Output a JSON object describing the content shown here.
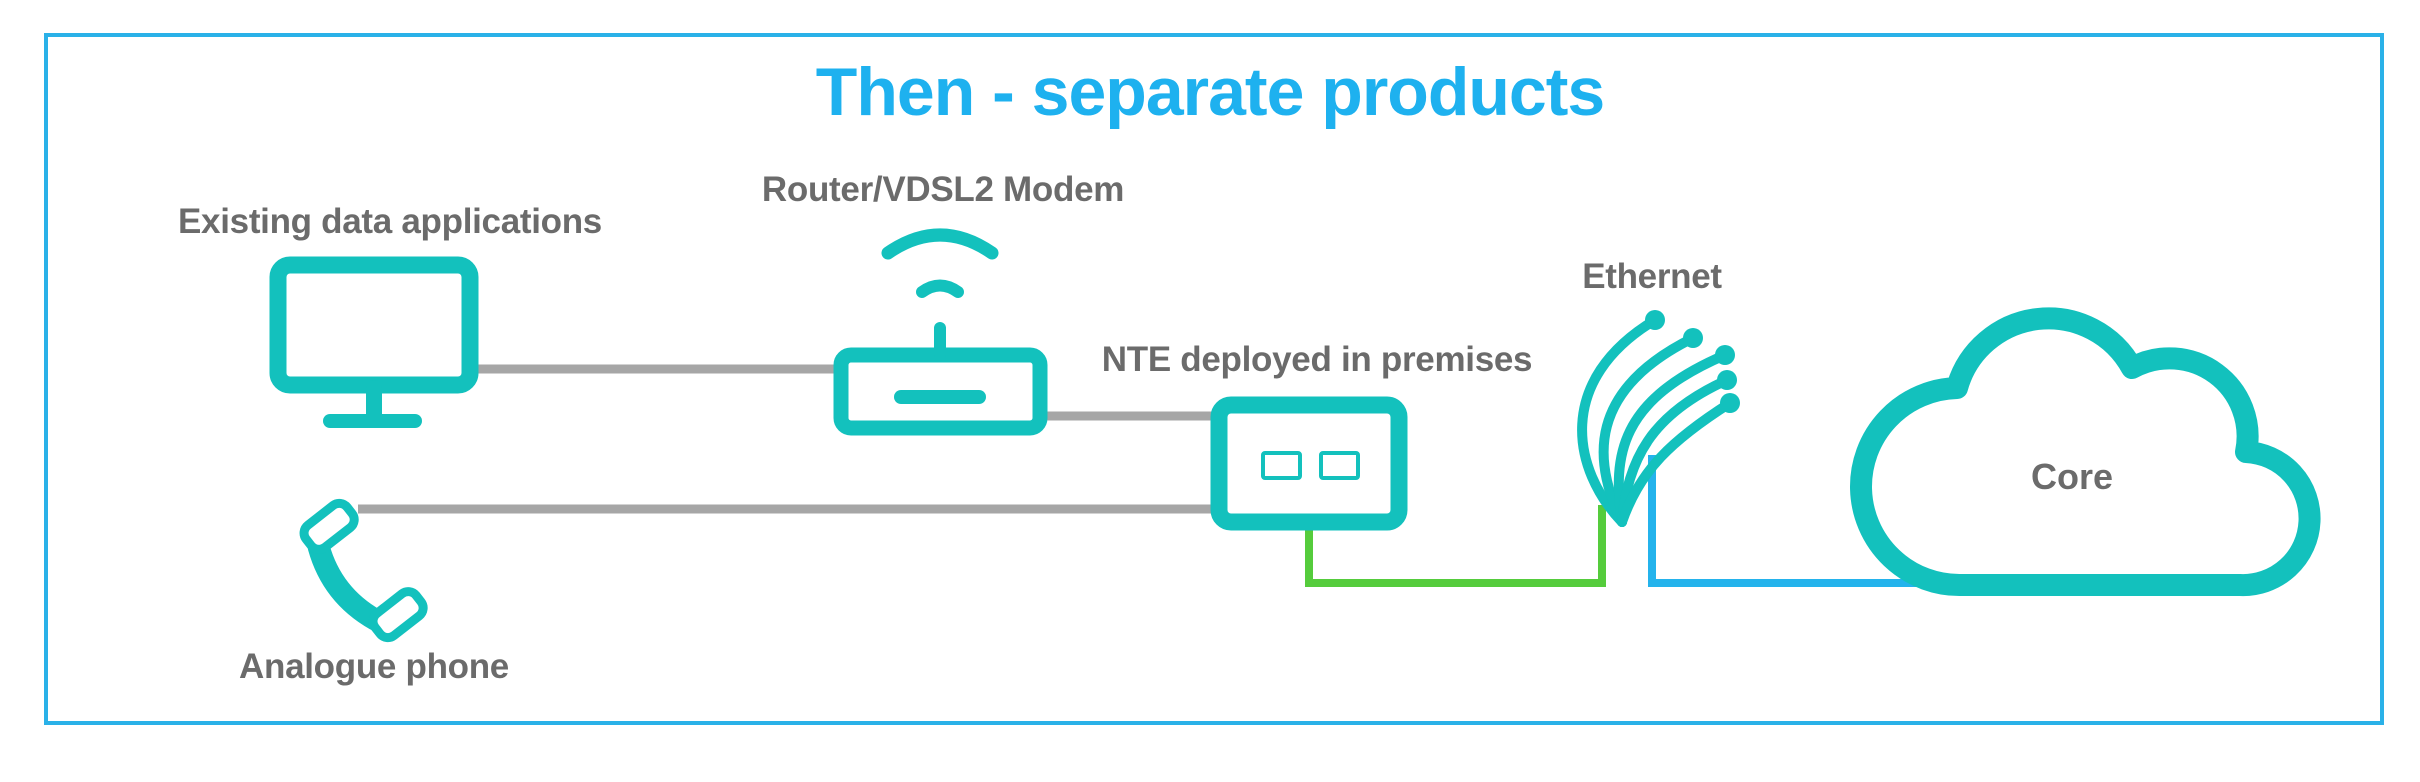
{
  "title": "Then - separate products",
  "labels": {
    "data_apps": "Existing data applications",
    "router": "Router/VDSL2 Modem",
    "nte": "NTE deployed in premises",
    "ethernet": "Ethernet",
    "phone": "Analogue phone",
    "core": "Core"
  },
  "colors": {
    "frame": "#2ab1e8",
    "title": "#1eb1ef",
    "label": "#6b6b6b",
    "icon": "#13c1bd",
    "copper_line": "#a6a6a6",
    "nte_to_ethernet_line": "#55cc3c",
    "ethernet_to_core_line": "#24b3ec"
  },
  "icons": {
    "computer": "monitor-icon",
    "router": "router-wifi-icon",
    "nte": "nte-box-icon",
    "ethernet": "fibre-bundle-icon",
    "phone": "telephone-handset-icon",
    "core": "cloud-icon"
  }
}
